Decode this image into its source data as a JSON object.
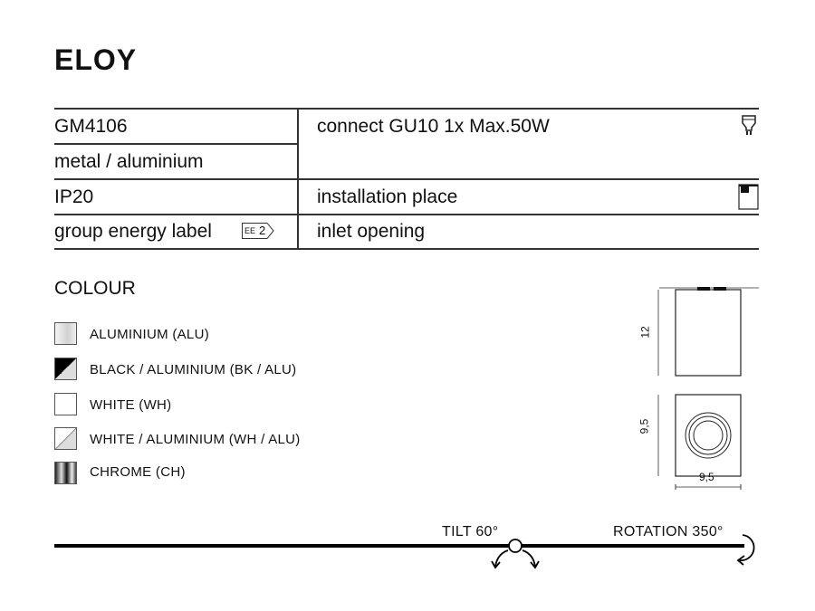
{
  "product_name": "ELOY",
  "specs": {
    "code": "GM4106",
    "material": "metal / aluminium",
    "ip": "IP20",
    "energy_label_text": "group energy label",
    "energy_badge": {
      "prefix": "EE",
      "value": "2"
    },
    "connect": "connect GU10 1x Max.50W",
    "installation": "installation place",
    "inlet": "inlet opening"
  },
  "colour": {
    "heading": "COLOUR",
    "items": [
      {
        "label": "ALUMINIUM (ALU)",
        "swatch": "aluminium"
      },
      {
        "label": "BLACK / ALUMINIUM (BK / ALU)",
        "swatch": "black-aluminium"
      },
      {
        "label": "WHITE (WH)",
        "swatch": "white"
      },
      {
        "label": "WHITE / ALUMINIUM (WH / ALU)",
        "swatch": "white-aluminium"
      },
      {
        "label": "CHROME (CH)",
        "swatch": "chrome"
      }
    ]
  },
  "dimensions": {
    "height": "12",
    "depth": "9,5",
    "width": "9,5"
  },
  "motion": {
    "tilt": "TILT 60°",
    "rotation": "ROTATION 350°"
  }
}
